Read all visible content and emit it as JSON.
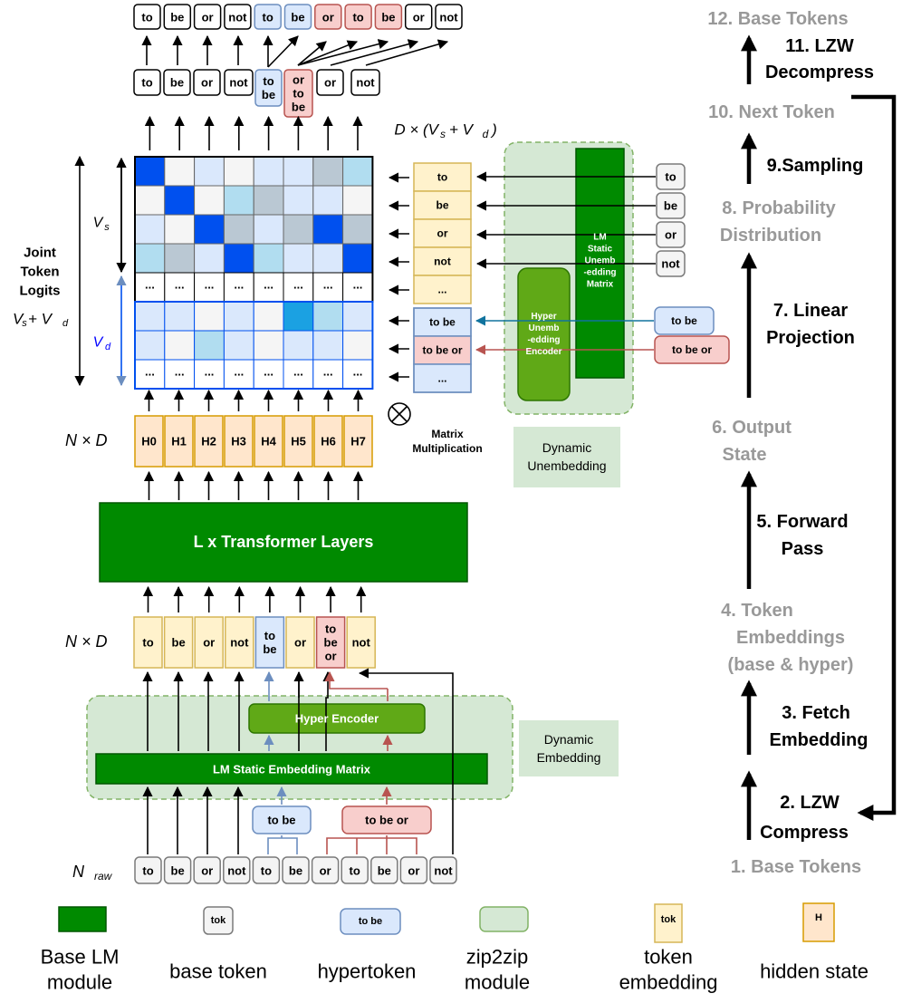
{
  "colors": {
    "base_token_stroke": "#7a7a7a",
    "base_token_fill": "#f4f4f4",
    "hyper_fill": "#dae8fc",
    "hyper_stroke": "#6c8ebf",
    "hyper_red_fill": "#f8cecc",
    "hyper_red_stroke": "#b85450",
    "embed_fill": "#fff2cc",
    "embed_stroke": "#d6b656",
    "hidden_fill": "#ffe6cc",
    "hidden_stroke": "#d79b00",
    "module_green": "#008a00",
    "module_green_stroke": "#005700",
    "hyper_encoder_green": "#60a917",
    "zip_fill": "#d5e8d4",
    "zip_stroke": "#82b366",
    "step_black": "#000000",
    "step_gray": "#999999",
    "matrix_blue": "#0050ef",
    "vd_blue": "#0000ff"
  },
  "top": {
    "output_tokens": [
      "to",
      "be",
      "or",
      "not",
      "to",
      "be",
      "or",
      "to",
      "be",
      "or",
      "not"
    ],
    "next_tokens": [
      "to",
      "be",
      "or",
      "not",
      "to\nbe",
      "or\nto\nbe",
      "or",
      "not"
    ]
  },
  "matrix": {
    "dim_label": "D × (V_s + V_d)",
    "ellipsis": "...",
    "vs": "V",
    "vs_sub": "s",
    "vd": "V",
    "vd_sub": "d",
    "joint_lines": [
      "Joint",
      "Token",
      "Logits"
    ],
    "joint_formula": "V",
    "joint_formula_sub1": "s",
    "joint_formula_plus": " + V",
    "joint_formula_sub2": "d"
  },
  "unembedding": {
    "column_tokens": [
      "to",
      "be",
      "or",
      "not",
      "..."
    ],
    "hyper_column_tokens": [
      "to be",
      "to be or",
      "..."
    ],
    "lm_static_lines": [
      "LM",
      "Static",
      "Unemb",
      "-edding",
      "Matrix"
    ],
    "hyper_unemb_lines": [
      "Hyper",
      "Unemb",
      "-edding",
      "Encoder"
    ],
    "right_tokens": [
      "to",
      "be",
      "or",
      "not"
    ],
    "right_hyper": [
      "to be",
      "to be or"
    ],
    "matrix_mult_lines": [
      "Matrix",
      "Multiplication"
    ],
    "box_lines": [
      "Dynamic",
      "Unembedding"
    ]
  },
  "hidden": {
    "label": "N × D",
    "states": [
      "H0",
      "H1",
      "H2",
      "H3",
      "H4",
      "H5",
      "H6",
      "H7"
    ]
  },
  "transformer": {
    "label": "L x Transformer Layers"
  },
  "embedding": {
    "label": "N × D",
    "tokens": [
      "to",
      "be",
      "or",
      "not",
      "to\nbe",
      "or",
      "to\nbe\nor",
      "not"
    ],
    "hyper_encoder": "Hyper Encoder",
    "static_matrix": "LM Static Embedding Matrix",
    "box_lines": [
      "Dynamic",
      "Embedding"
    ],
    "hyper_groups": [
      "to be",
      "to be or"
    ]
  },
  "raw": {
    "label": "N",
    "label_sub": "raw",
    "tokens": [
      "to",
      "be",
      "or",
      "not",
      "to",
      "be",
      "or",
      "to",
      "be",
      "or",
      "not"
    ]
  },
  "steps": [
    {
      "text": "12. Base Tokens",
      "style": "gray"
    },
    {
      "text": "11. LZW",
      "style": "black"
    },
    {
      "text": "Decompress",
      "style": "black"
    },
    {
      "text": "10. Next Token",
      "style": "gray"
    },
    {
      "text": "9.Sampling",
      "style": "black"
    },
    {
      "text": "8. Probability",
      "style": "gray"
    },
    {
      "text": "Distribution",
      "style": "gray"
    },
    {
      "text": "7. Linear",
      "style": "black"
    },
    {
      "text": "Projection",
      "style": "black"
    },
    {
      "text": "6. Output",
      "style": "gray"
    },
    {
      "text": "State",
      "style": "gray"
    },
    {
      "text": "5. Forward",
      "style": "black"
    },
    {
      "text": "Pass",
      "style": "black"
    },
    {
      "text": "4. Token",
      "style": "gray"
    },
    {
      "text": "Embeddings",
      "style": "gray"
    },
    {
      "text": "(base & hyper)",
      "style": "gray"
    },
    {
      "text": "3. Fetch",
      "style": "black"
    },
    {
      "text": "Embedding",
      "style": "black"
    },
    {
      "text": "2. LZW",
      "style": "black"
    },
    {
      "text": "Compress",
      "style": "black"
    },
    {
      "text": "1. Base Tokens",
      "style": "gray"
    }
  ],
  "legend": [
    {
      "label_lines": [
        "Base LM",
        "module"
      ],
      "sample": ""
    },
    {
      "label_lines": [
        "base token"
      ],
      "sample": "tok"
    },
    {
      "label_lines": [
        "hypertoken"
      ],
      "sample": "to be"
    },
    {
      "label_lines": [
        "zip2zip",
        "module"
      ],
      "sample": ""
    },
    {
      "label_lines": [
        "token",
        "embedding"
      ],
      "sample": "tok"
    },
    {
      "label_lines": [
        "hidden state"
      ],
      "sample": "H"
    }
  ]
}
